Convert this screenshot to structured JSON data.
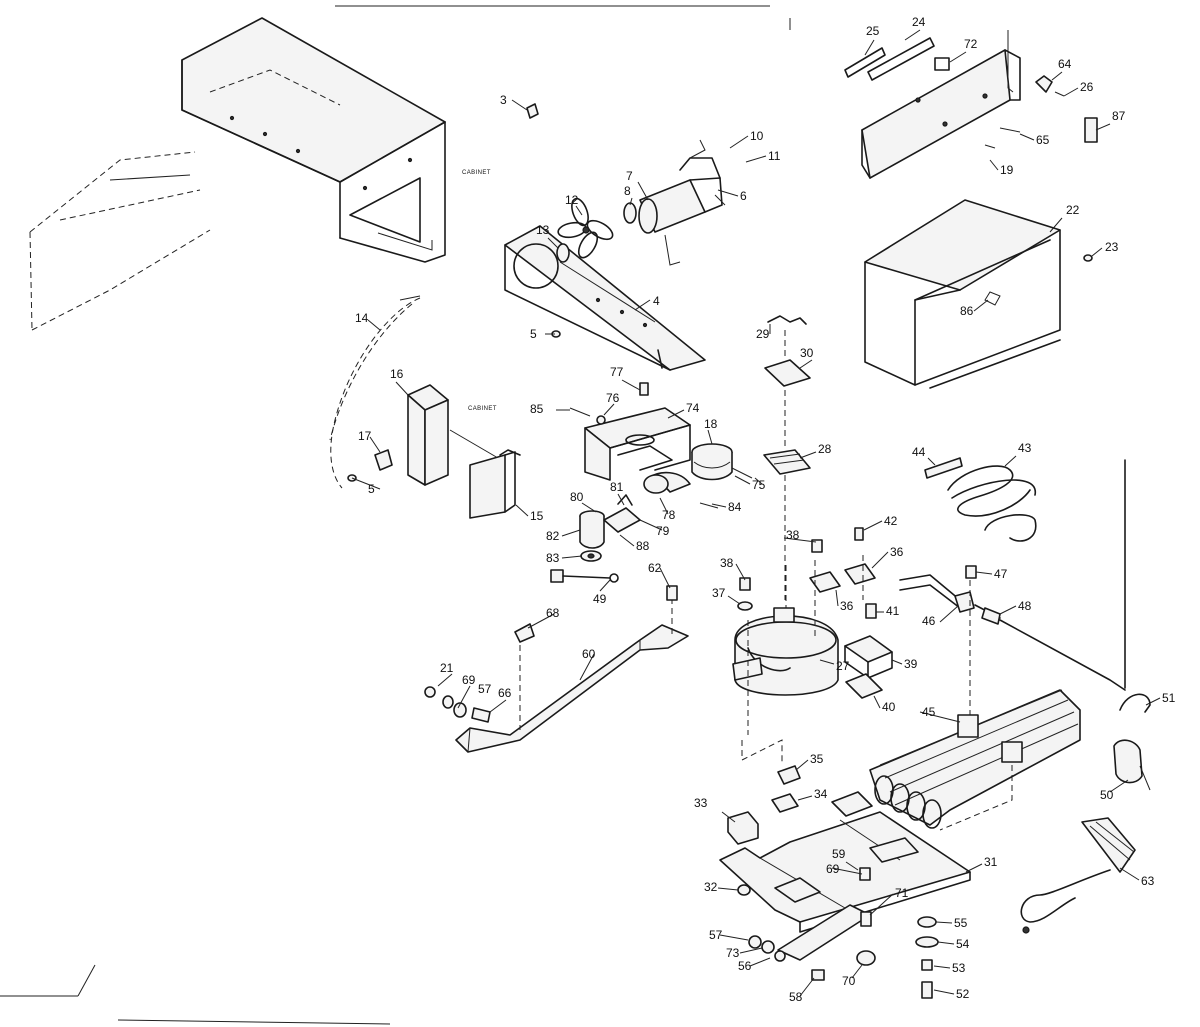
{
  "diagram": {
    "cabinet_labels": [
      "CABINET",
      "CABINET"
    ],
    "part_numbers": [
      {
        "id": "p3",
        "text": "3"
      },
      {
        "id": "p4",
        "text": "4"
      },
      {
        "id": "p5a",
        "text": "5"
      },
      {
        "id": "p5b",
        "text": "5"
      },
      {
        "id": "p6",
        "text": "6"
      },
      {
        "id": "p7",
        "text": "7"
      },
      {
        "id": "p8",
        "text": "8"
      },
      {
        "id": "p10",
        "text": "10"
      },
      {
        "id": "p11",
        "text": "11"
      },
      {
        "id": "p12",
        "text": "12"
      },
      {
        "id": "p13",
        "text": "13"
      },
      {
        "id": "p14",
        "text": "14"
      },
      {
        "id": "p15",
        "text": "15"
      },
      {
        "id": "p16",
        "text": "16"
      },
      {
        "id": "p17",
        "text": "17"
      },
      {
        "id": "p18",
        "text": "18"
      },
      {
        "id": "p19",
        "text": "19"
      },
      {
        "id": "p21",
        "text": "21"
      },
      {
        "id": "p22",
        "text": "22"
      },
      {
        "id": "p23",
        "text": "23"
      },
      {
        "id": "p24",
        "text": "24"
      },
      {
        "id": "p25",
        "text": "25"
      },
      {
        "id": "p26",
        "text": "26"
      },
      {
        "id": "p27",
        "text": "27"
      },
      {
        "id": "p28",
        "text": "28"
      },
      {
        "id": "p29",
        "text": "29"
      },
      {
        "id": "p30",
        "text": "30"
      },
      {
        "id": "p31",
        "text": "31"
      },
      {
        "id": "p32",
        "text": "32"
      },
      {
        "id": "p33",
        "text": "33"
      },
      {
        "id": "p34",
        "text": "34"
      },
      {
        "id": "p35",
        "text": "35"
      },
      {
        "id": "p36a",
        "text": "36"
      },
      {
        "id": "p36b",
        "text": "36"
      },
      {
        "id": "p37",
        "text": "37"
      },
      {
        "id": "p38a",
        "text": "38"
      },
      {
        "id": "p38b",
        "text": "38"
      },
      {
        "id": "p39",
        "text": "39"
      },
      {
        "id": "p40",
        "text": "40"
      },
      {
        "id": "p41",
        "text": "41"
      },
      {
        "id": "p42",
        "text": "42"
      },
      {
        "id": "p43",
        "text": "43"
      },
      {
        "id": "p44",
        "text": "44"
      },
      {
        "id": "p45",
        "text": "45"
      },
      {
        "id": "p46",
        "text": "46"
      },
      {
        "id": "p47",
        "text": "47"
      },
      {
        "id": "p48",
        "text": "48"
      },
      {
        "id": "p49",
        "text": "49"
      },
      {
        "id": "p50",
        "text": "50"
      },
      {
        "id": "p51",
        "text": "51"
      },
      {
        "id": "p52",
        "text": "52"
      },
      {
        "id": "p53",
        "text": "53"
      },
      {
        "id": "p54",
        "text": "54"
      },
      {
        "id": "p55",
        "text": "55"
      },
      {
        "id": "p56",
        "text": "56"
      },
      {
        "id": "p57a",
        "text": "57"
      },
      {
        "id": "p57b",
        "text": "57"
      },
      {
        "id": "p58",
        "text": "58"
      },
      {
        "id": "p59",
        "text": "59"
      },
      {
        "id": "p60",
        "text": "60"
      },
      {
        "id": "p62",
        "text": "62"
      },
      {
        "id": "p63",
        "text": "63"
      },
      {
        "id": "p64",
        "text": "64"
      },
      {
        "id": "p65",
        "text": "65"
      },
      {
        "id": "p66",
        "text": "66"
      },
      {
        "id": "p68",
        "text": "68"
      },
      {
        "id": "p69a",
        "text": "69"
      },
      {
        "id": "p69b",
        "text": "69"
      },
      {
        "id": "p70",
        "text": "70"
      },
      {
        "id": "p71",
        "text": "71"
      },
      {
        "id": "p72",
        "text": "72"
      },
      {
        "id": "p73",
        "text": "73"
      },
      {
        "id": "p74",
        "text": "74"
      },
      {
        "id": "p75",
        "text": "75"
      },
      {
        "id": "p76",
        "text": "76"
      },
      {
        "id": "p77",
        "text": "77"
      },
      {
        "id": "p78",
        "text": "78"
      },
      {
        "id": "p79",
        "text": "79"
      },
      {
        "id": "p80",
        "text": "80"
      },
      {
        "id": "p81",
        "text": "81"
      },
      {
        "id": "p82",
        "text": "82"
      },
      {
        "id": "p83",
        "text": "83"
      },
      {
        "id": "p84",
        "text": "84"
      },
      {
        "id": "p85",
        "text": "85"
      },
      {
        "id": "p86",
        "text": "86"
      },
      {
        "id": "p87",
        "text": "87"
      },
      {
        "id": "p88",
        "text": "88"
      }
    ]
  }
}
